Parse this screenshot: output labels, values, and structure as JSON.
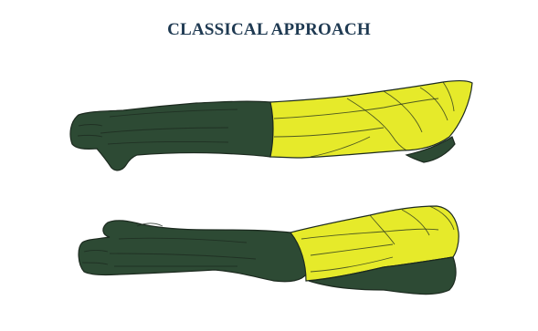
{
  "title": "CLASSICAL APPROACH",
  "colors": {
    "title_text": "#1f3a52",
    "dark_region": "#2d4a34",
    "highlight_region": "#e6ea2a",
    "outline": "#1c2a1f",
    "background": "#ffffff"
  },
  "figures": [
    {
      "name": "upper-arm-illustration",
      "orientation": "horizontal",
      "icon": "arm-icon"
    },
    {
      "name": "lower-arm-illustration",
      "orientation": "horizontal",
      "icon": "arm-icon"
    }
  ]
}
